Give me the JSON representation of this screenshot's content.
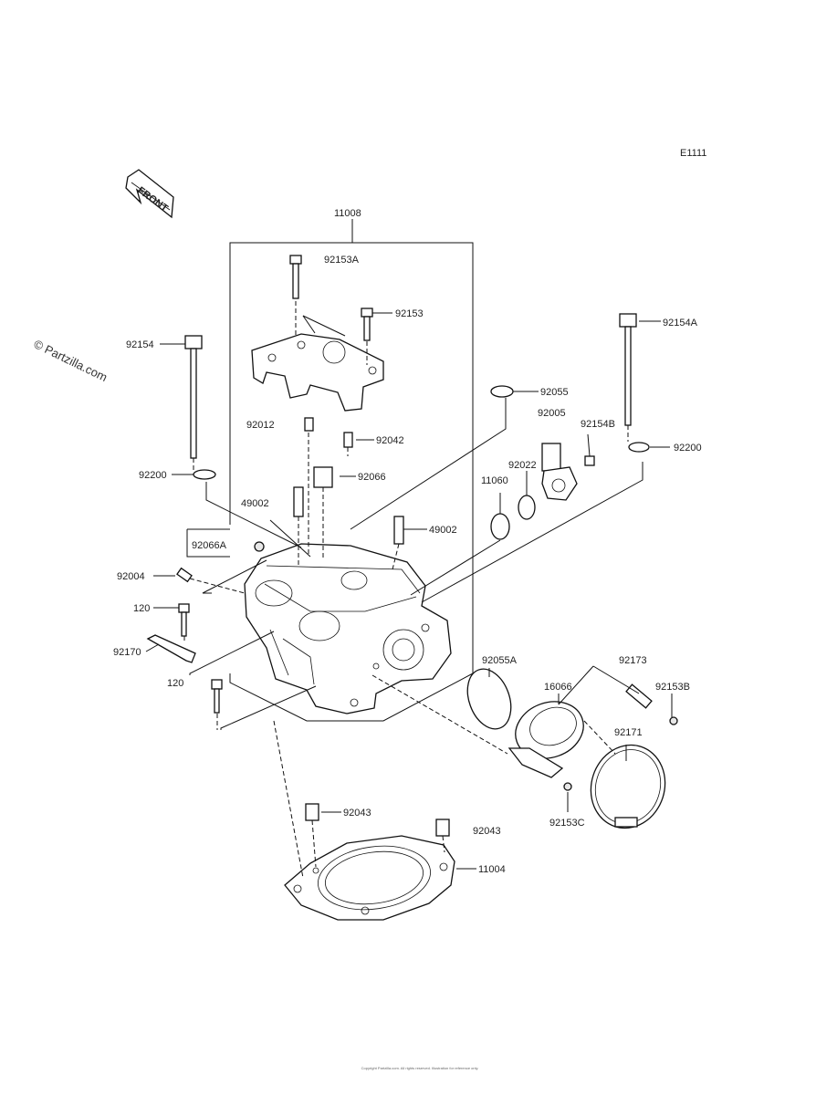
{
  "figure_code": "E1111",
  "front_arrow": {
    "text": "FRONT"
  },
  "watermark": "© Partzilla.com",
  "parts": [
    "11008",
    "92153A",
    "92153",
    "92154",
    "92154A",
    "92012",
    "92042",
    "92055",
    "92005",
    "92154B",
    "92200",
    "92200",
    "92022",
    "11060",
    "92066",
    "49002",
    "49002",
    "92066A",
    "92004",
    "120",
    "92170",
    "120",
    "92055A",
    "16066",
    "92173",
    "92153B",
    "92171",
    "92153C",
    "92043",
    "92043",
    "11004"
  ],
  "footer": "Copyright Partzilla.com. All rights reserved. Illustration for reference only."
}
